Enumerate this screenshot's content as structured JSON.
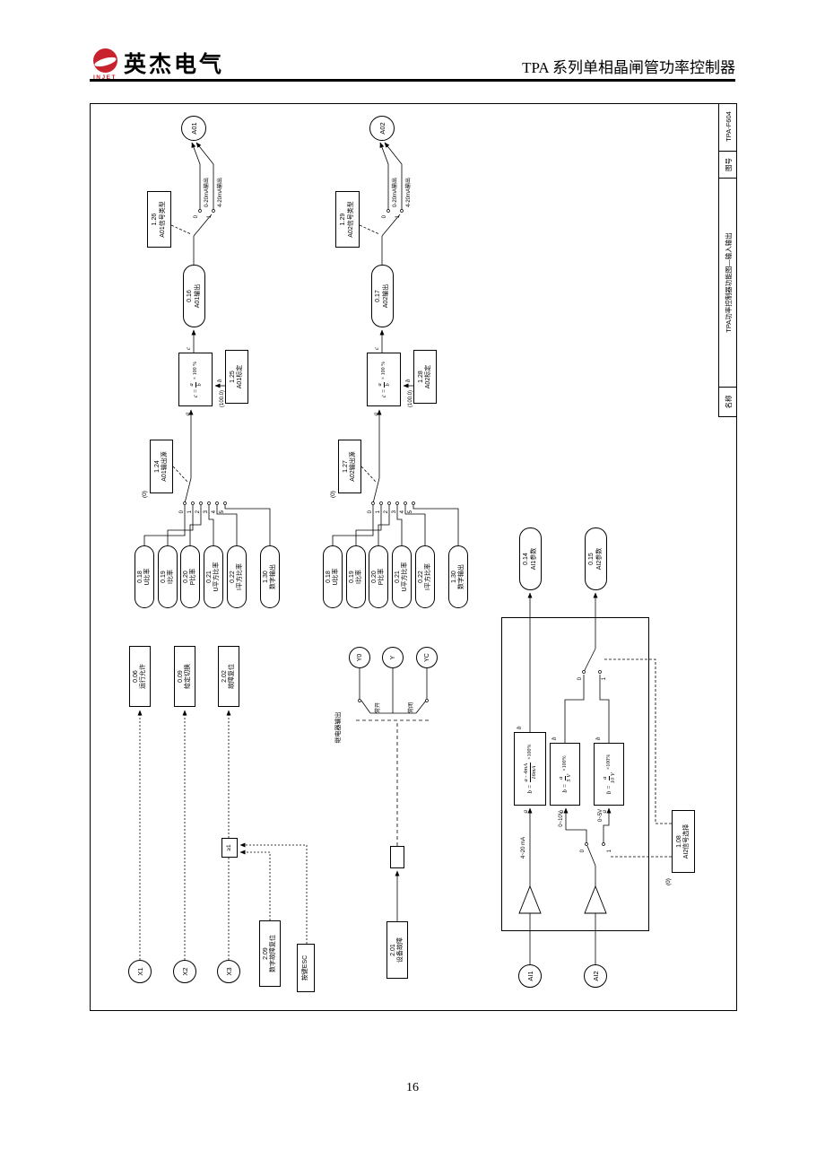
{
  "header": {
    "brand": "英杰电气",
    "brand_sub": "INJET",
    "doc_title": "TPA 系列单相晶闸管功率控制器"
  },
  "footer": {
    "page_number": "16"
  },
  "title_block": {
    "name_label": "名称",
    "name_value": "TPA功率控制器功能图—输入输出",
    "drawing_no_label": "图号",
    "drawing_no_value": "TPA-F604"
  },
  "sources": [
    {
      "id": "0.18",
      "label": "U比率"
    },
    {
      "id": "0.19",
      "label": "I比率"
    },
    {
      "id": "0.20",
      "label": "P比率"
    },
    {
      "id": "0.21",
      "label": "U平方比率"
    },
    {
      "id": "0.22",
      "label": "I平方比率"
    },
    {
      "id": "1.30",
      "label": "数字输出"
    }
  ],
  "selector_positions": [
    "0",
    "1",
    "2",
    "3",
    "4",
    "5"
  ],
  "channels": [
    {
      "terminal": "A01",
      "out_source": {
        "id": "1.24",
        "label": "A01输出源",
        "default": "(0)"
      },
      "calibration": {
        "id": "1.25",
        "label": "A01标定",
        "default": "(100.0)"
      },
      "output_param": {
        "id": "0.16",
        "label": "A01输出"
      },
      "signal_type": {
        "id": "1.26",
        "label": "A01信号类型"
      }
    },
    {
      "terminal": "A02",
      "out_source": {
        "id": "1.27",
        "label": "A02输出源",
        "default": "(0)"
      },
      "calibration": {
        "id": "1.28",
        "label": "A02标定",
        "default": "(100.0)"
      },
      "output_param": {
        "id": "0.17",
        "label": "A02输出"
      },
      "signal_type": {
        "id": "1.29",
        "label": "A02信号类型"
      }
    }
  ],
  "ratio_formula": {
    "lhs": "c =",
    "num": "a",
    "den": "b",
    "suffix": "× 100 %"
  },
  "port_labels": {
    "a": "a",
    "b": "b",
    "c": "c"
  },
  "signal_modes": {
    "pos0": "0",
    "pos1": "1",
    "mode0": "0-20mA输出",
    "mode1": "4-20mA输出"
  },
  "digital_inputs": {
    "x1": "X1",
    "x2": "X2",
    "x3": "X3",
    "run": {
      "id": "0.06",
      "label": "运行允许"
    },
    "setpoint": {
      "id": "0.09",
      "label": "给定切换"
    },
    "fault_reset": {
      "id": "2.02",
      "label": "故障复位"
    },
    "digital_reset": {
      "id": "2.09",
      "label": "数字故障复位"
    },
    "esc_key": "按键ESC",
    "or_gate": "≥1"
  },
  "relay": {
    "y0": "Y0",
    "y": "Y",
    "yc": "YC",
    "no_label": "常开",
    "nc_label": "常闭",
    "output_label": "继电器输出",
    "device_fault": {
      "id": "2.01",
      "label": "设备故障"
    }
  },
  "analog_inputs": {
    "ai1": "AI1",
    "ai2": "AI2",
    "ai1_formula": {
      "lhs": "b =",
      "num": "a - 4mA",
      "den": "16mA",
      "suffix": "×100%"
    },
    "ai2_formula_5v": {
      "lhs": "b =",
      "num": "a",
      "den": "5 V",
      "suffix": "×100%"
    },
    "ai2_formula_10v": {
      "lhs": "b =",
      "num": "a",
      "den": "10 V",
      "suffix": "×100%"
    },
    "wire_420": "4~20 mA",
    "wire_10v": "0~10V",
    "wire_5v": "0~5V",
    "pos0": "0",
    "pos1": "1",
    "signal_select": {
      "id": "1.08",
      "label": "AI2信号选择",
      "default": "(0)"
    },
    "ai1_param": {
      "id": "0.14",
      "label": "AI1参数"
    },
    "ai2_param": {
      "id": "0.15",
      "label": "AI2参数"
    }
  }
}
